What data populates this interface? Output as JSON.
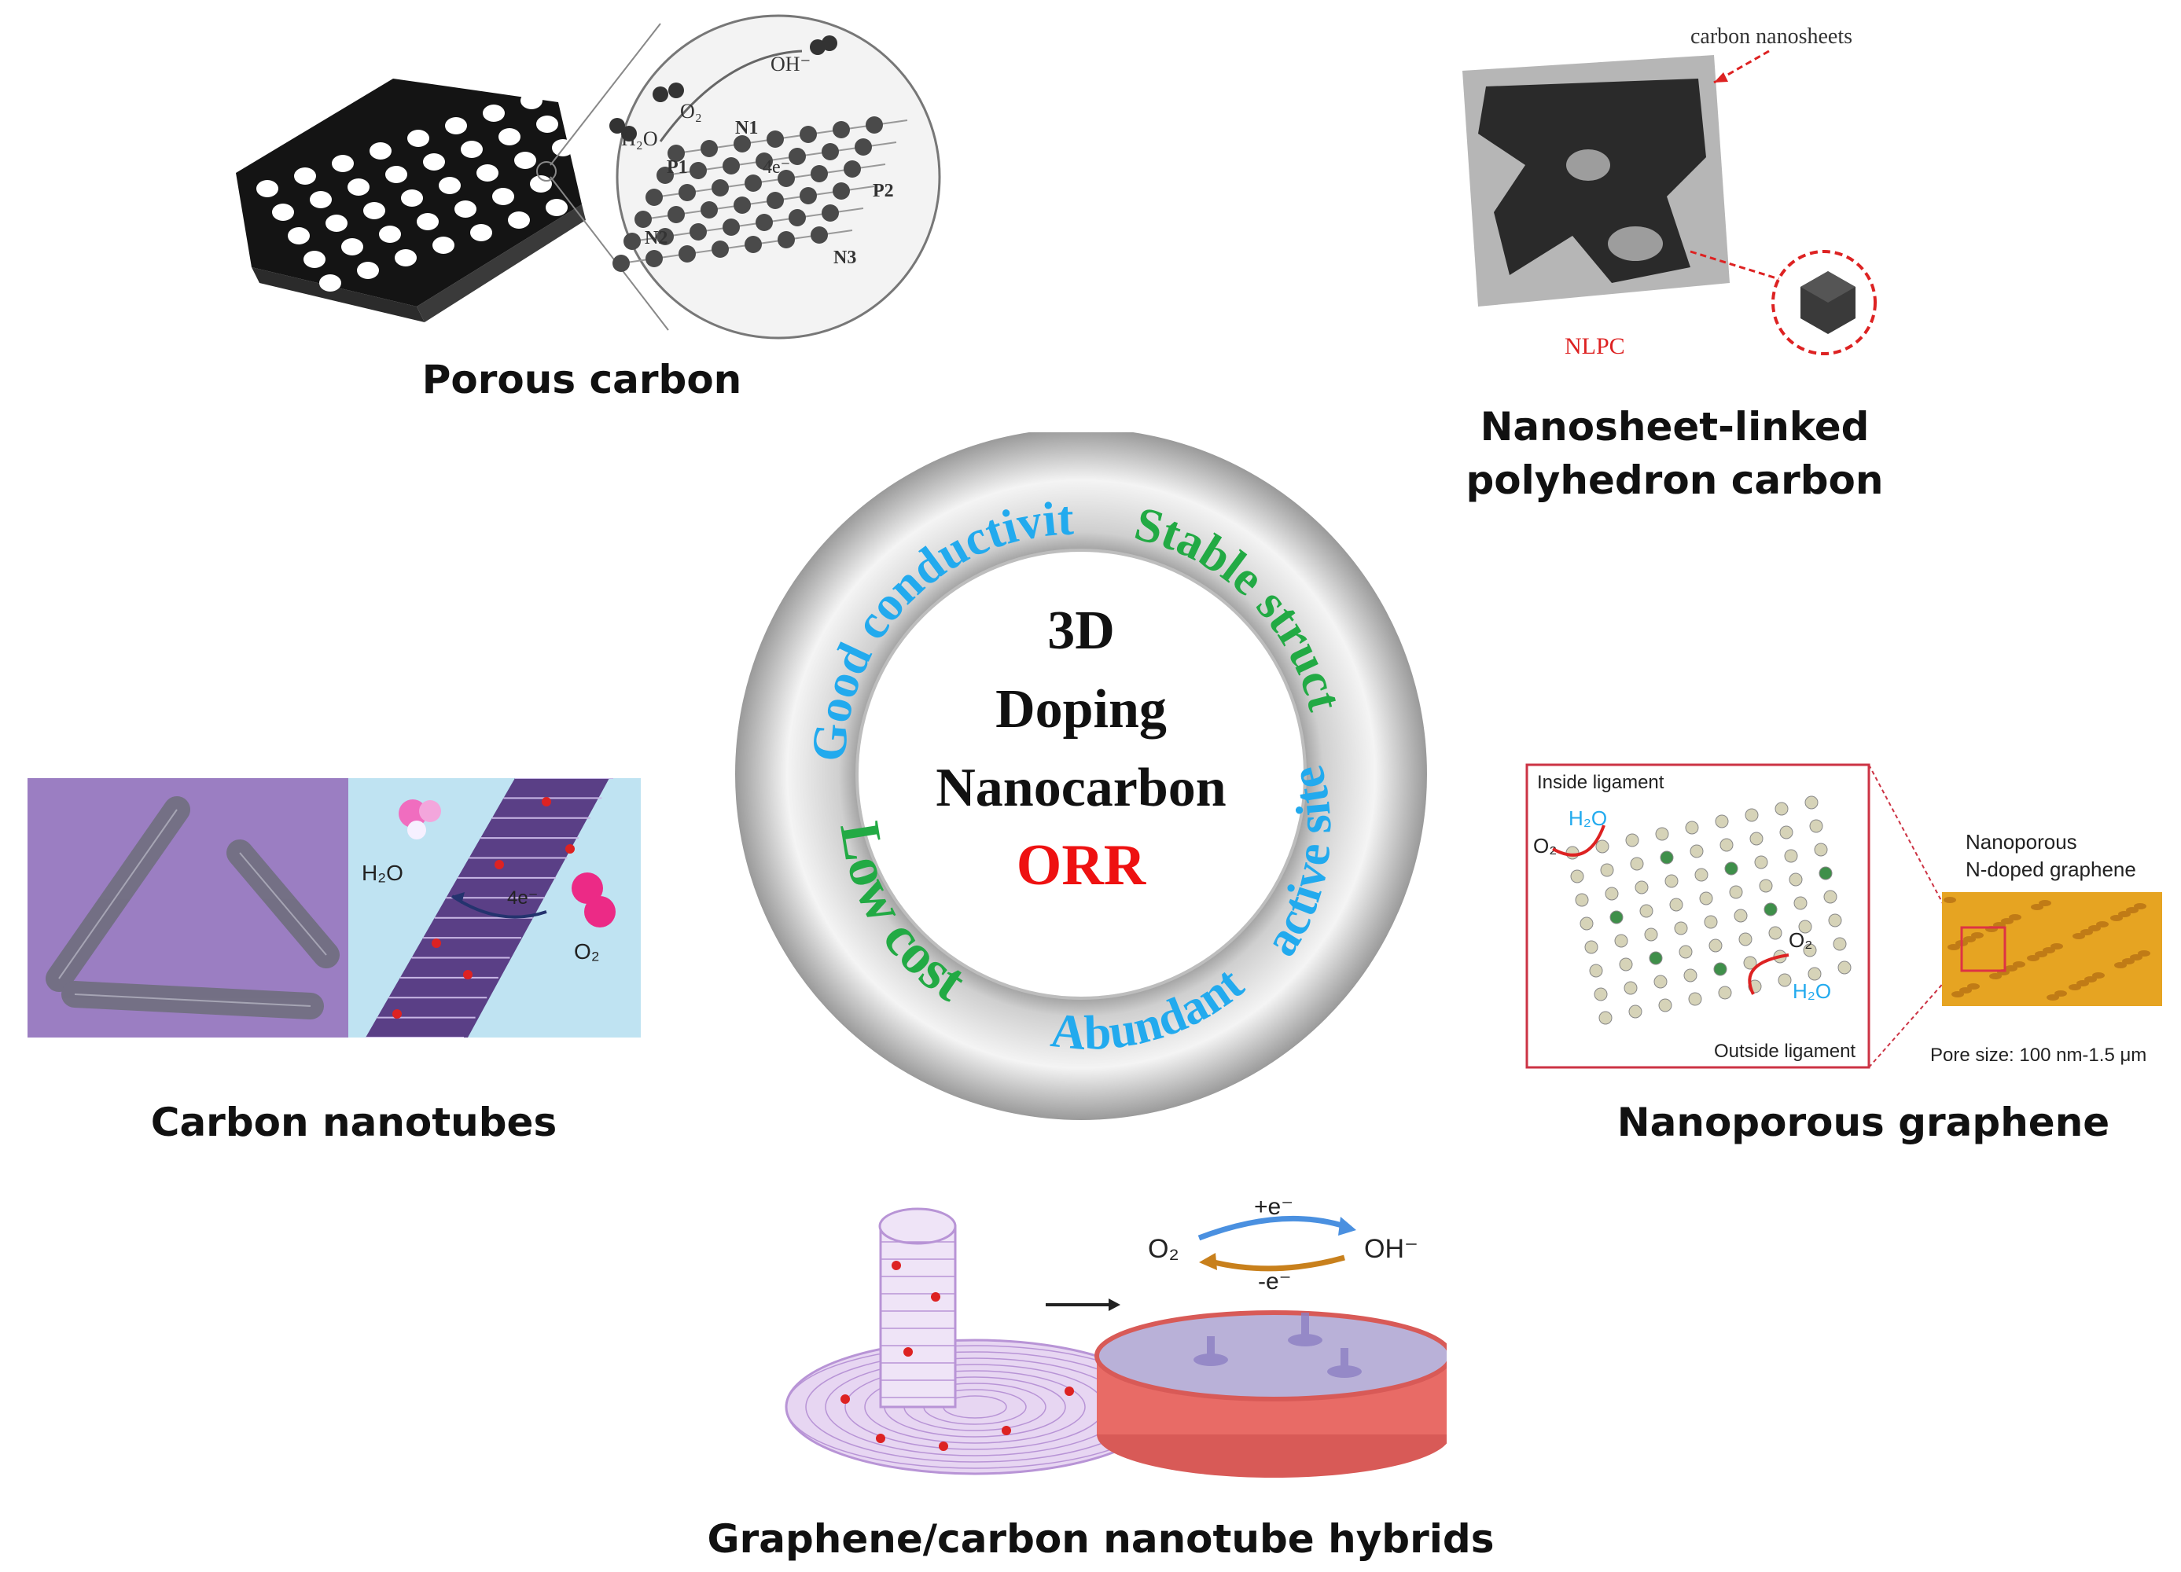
{
  "center": {
    "line1": "3D",
    "line2": "Doping",
    "line3": "Nanocarbon",
    "line4": "ORR",
    "ring_properties": {
      "good_conductivity": "Good conductivity",
      "stable_structure": "Stable structure",
      "active_sites": "active sites",
      "abundant": "Abundant",
      "low_cost": "Low cost"
    }
  },
  "captions": {
    "porous_carbon": "Porous carbon",
    "nlpc_line1": "Nanosheet-linked",
    "nlpc_line2": "polyhedron carbon",
    "carbon_nanotubes": "Carbon nanotubes",
    "nanoporous_graphene": "Nanoporous graphene",
    "hybrids": "Graphene/carbon nanotube hybrids"
  },
  "porous_panel": {
    "oh": "OH⁻",
    "o2": "O₂",
    "h2o": "H₂O",
    "n1": "N1",
    "p1": "P1",
    "e4": "4e⁻",
    "p2": "P2",
    "n2": "N2",
    "n3": "N3"
  },
  "nlpc_panel": {
    "nanosheets_label": "carbon nanosheets",
    "nlpc_label": "NLPC"
  },
  "cnt_panel": {
    "h2o": "H₂O",
    "e4": "4e⁻",
    "o2": "O₂"
  },
  "graphene_panel": {
    "inside_ligament": "Inside ligament",
    "h2o_top": "H₂O",
    "o2_left": "O₂",
    "o2_right": "O₂",
    "h2o_bottom": "H₂O",
    "outside_ligament": "Outside ligament",
    "nanoporous_line1": "Nanoporous",
    "nanoporous_line2": "N-doped graphene",
    "pore_size": "Pore size: 100 nm-1.5 μm"
  },
  "hybrid_panel": {
    "plus_e": "+e⁻",
    "minus_e": "-e⁻",
    "o2": "O₂",
    "oh": "OH⁻"
  },
  "colors": {
    "accent_red": "#ee1111",
    "green": "#22aa44",
    "cyan": "#22aaee",
    "nanotube_purple": "#5a3f86"
  }
}
